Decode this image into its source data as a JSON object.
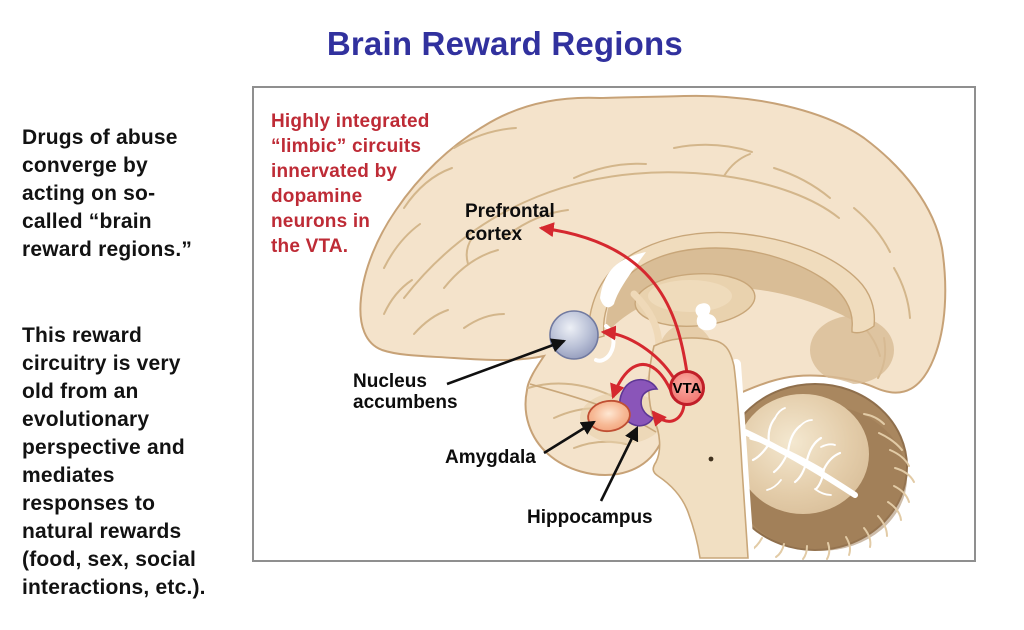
{
  "title": "Brain Reward Regions",
  "colors": {
    "title_blue": "#31319E",
    "emphasis_red": "#BE2B36",
    "arrow_red": "#D5282F",
    "panel_border": "#8F8F8F",
    "nucleus_accumbens": "#8B93B6",
    "amygdala": "#EF9870",
    "hippocampus": "#8A55B9",
    "vta": "#EF6C66",
    "cortex_tan": "#F4E3CB",
    "cerebellum_rim": "#A9875F"
  },
  "left_text": {
    "paragraph1": "Drugs of abuse\nconverge by\nacting on so-\ncalled “brain\nreward regions.”",
    "paragraph2": "This reward\ncircuitry is very\nold from an\nevolutionary\nperspective and\nmediates\nresponses to\nnatural rewards\n(food, sex, social\ninteractions, etc.)."
  },
  "diagram": {
    "note": "Highly integrated\n“limbic” circuits\ninnervated by\ndopamine\nneurons in\nthe VTA.",
    "labels": {
      "prefrontal_line1": "Prefrontal",
      "prefrontal_line2": "cortex",
      "nucleus_line1": "Nucleus",
      "nucleus_line2": "accumbens",
      "amygdala": "Amygdala",
      "hippocampus": "Hippocampus",
      "vta": "VTA"
    }
  }
}
